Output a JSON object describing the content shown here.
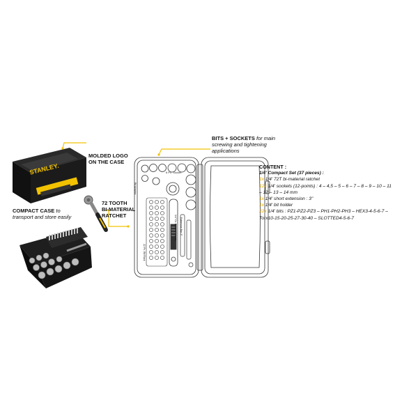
{
  "callouts": {
    "molded_logo": [
      "MOLDED LOGO",
      "ON THE CASE"
    ],
    "compact_case": {
      "bold": "COMPACT CASE",
      "rest_line1": " to",
      "line2": "transport and store easily"
    },
    "tooth_ratchet": [
      "72 TOOTH",
      "BI-MATERIAL",
      "RATCHET"
    ],
    "bits_sockets": {
      "bold": "BITS + SOCKETS",
      "rest_line1": " for main",
      "line2": "screwing and tightening",
      "line3": "applications"
    }
  },
  "brand": {
    "name": "STANLEY.",
    "accent": "#f2c200"
  },
  "content": {
    "title": "CONTENT :",
    "subtitle": "1/4' Compact Set (37 pieces) :",
    "items": [
      {
        "qty": "1x",
        "text": " 1/4' 72T bi-material ratchet"
      },
      {
        "qty": "12x",
        "text": " 1/4' sockets (12-points) : 4 – 4,5 – 5 – 6 – 7 – 8 – 9 – 10 – 11",
        "cont": "– 12 – 13 – 14 mm"
      },
      {
        "qty": "1x",
        "text": " 1/4' short extension : 3\""
      },
      {
        "qty": "1x",
        "text": " 1/4' bit holder"
      },
      {
        "qty": "22x",
        "text": " 1/4' bits : PZ1-PZ2-PZ3 – PH1-PH2-PH3 – HEX3-4-5-6-7 –",
        "cont": "Torx10-15-20-25-27-30-40 – SLOTTED4-5-6-7"
      }
    ]
  },
  "diagram_labels": {
    "sockets": "6 Pc. Socket",
    "adaptor": "Bit Adaptor",
    "bits": "22 Pc. Bit Rack",
    "extension": "Extension Bar 3\"",
    "ratchet": "1/4\" Dr. Ratchet Handle"
  }
}
